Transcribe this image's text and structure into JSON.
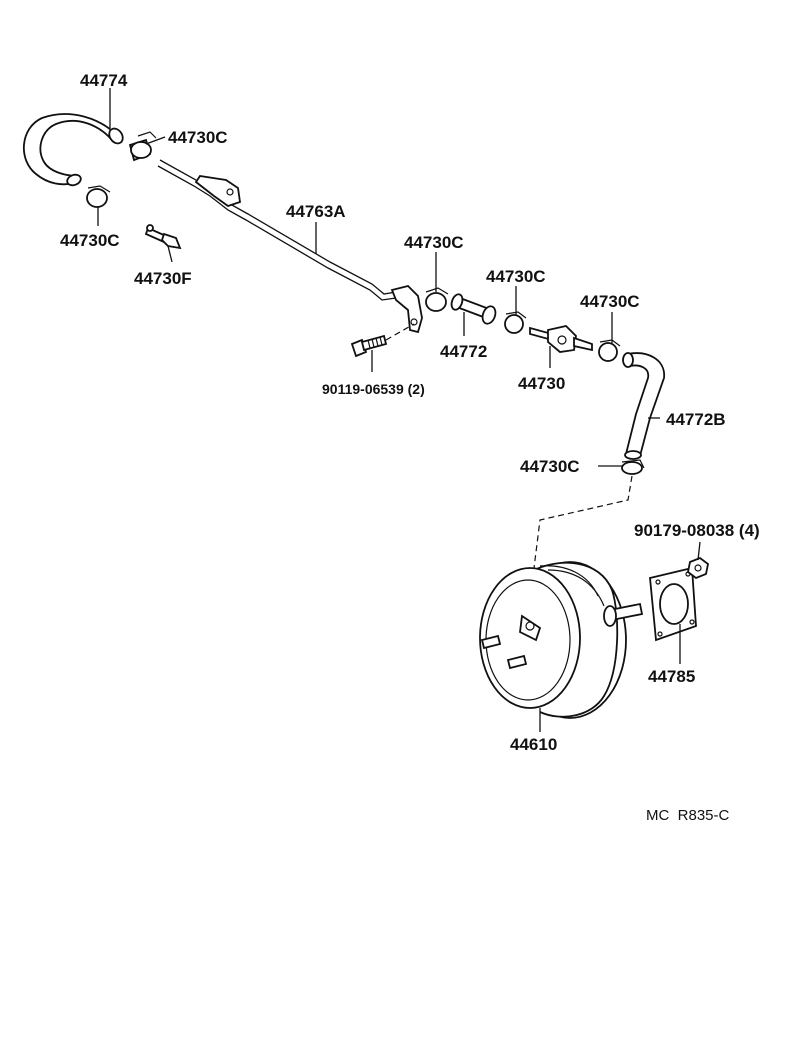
{
  "labels": {
    "hose_upper": "44774",
    "clamp_a": "44730C",
    "clamp_b": "44730C",
    "fitting": "44730F",
    "pipe": "44763A",
    "clamp_c": "44730C",
    "clamp_d": "44730C",
    "clamp_e": "44730C",
    "hose_short": "44772",
    "check_valve": "44730",
    "bolt": "90119-06539 (2)",
    "hose_bent": "44772B",
    "clamp_f": "44730C",
    "nut": "90179-08038 (4)",
    "gasket": "44785",
    "booster": "44610"
  },
  "reference": "MC  R835-C"
}
